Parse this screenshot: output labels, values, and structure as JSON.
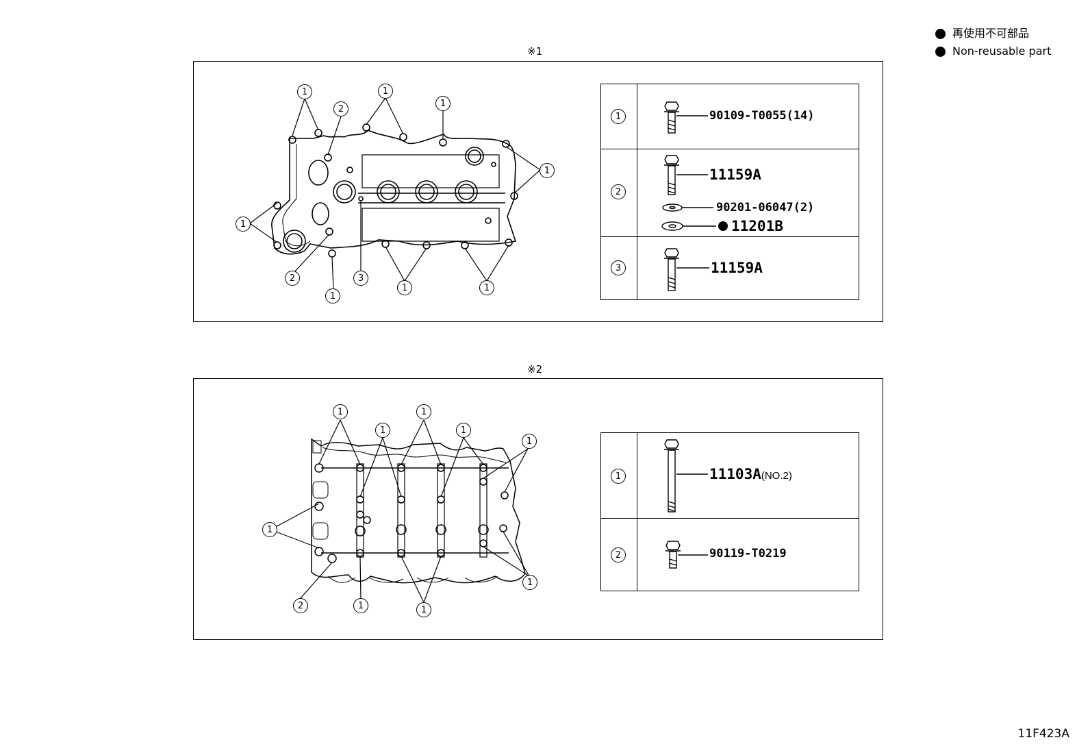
{
  "legend": {
    "line1": "再使用不可部品",
    "line2": "Non-reusable part"
  },
  "panel1": {
    "mark": "※1",
    "callouts": [
      "1",
      "2",
      "1",
      "1",
      "1",
      "1",
      "2",
      "1",
      "3",
      "1",
      "1"
    ],
    "table": [
      {
        "num": "1",
        "part": "90109-T0055(14)"
      },
      {
        "num": "2",
        "parts": [
          "11159A",
          "90201-06047(2)",
          "11201B"
        ]
      },
      {
        "num": "3",
        "part": "11159A"
      }
    ]
  },
  "panel2": {
    "mark": "※2",
    "table": [
      {
        "num": "1",
        "part": "11103A",
        "note": "(NO.2)"
      },
      {
        "num": "2",
        "part": "90119-T0219"
      }
    ]
  },
  "footer": "11F423A"
}
